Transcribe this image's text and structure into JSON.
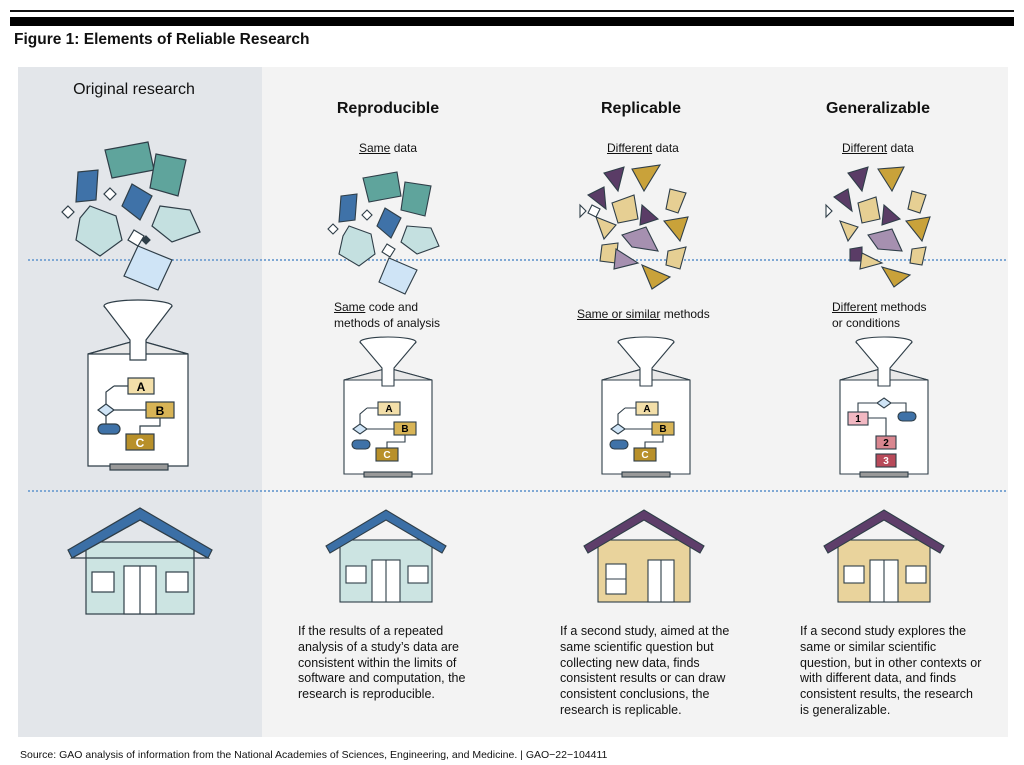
{
  "figure": {
    "title": "Figure 1: Elements of Reliable Research",
    "source": "Source: GAO analysis of information from the National Academies of Sciences, Engineering, and Medicine.  |  GAO−22−104411"
  },
  "columns": {
    "original": {
      "heading": "Original research"
    },
    "reproducible": {
      "heading": "Reproducible",
      "data_u": "Same",
      "data_rest": " data",
      "methods_u": "Same",
      "methods_rest": " code and",
      "methods_line2": "methods of analysis",
      "description": "If the results of a repeated analysis of a study’s data are consistent within the limits of software and computation, the research is reproducible."
    },
    "replicable": {
      "heading": "Replicable",
      "data_u": "Different",
      "data_rest": " data",
      "methods_u": "Same or similar",
      "methods_rest": " methods",
      "description": "If a second study, aimed at the same scientific question but collecting new data, finds consistent results or can draw consistent conclusions, the research is replicable."
    },
    "generalizable": {
      "heading": "Generalizable",
      "data_u": "Different",
      "data_rest": " data",
      "methods_u": "Different",
      "methods_rest": " methods",
      "methods_line2": "or conditions",
      "description": "If a second study explores the same or similar scientific question, but in other contexts or with different data, and finds consistent results, the research is generalizable."
    }
  },
  "flow_labels": {
    "a": "A",
    "b": "B",
    "c": "C",
    "n1": "1",
    "n2": "2",
    "n3": "3"
  },
  "colors": {
    "teal": "#5fa49c",
    "blue": "#3f72a8",
    "pale_teal": "#c4e0e0",
    "pale_blue": "#cfe4f6",
    "purple": "#5a3c66",
    "tan": "#e6cf93",
    "gold": "#c9a23a",
    "mauve": "#a690b0",
    "box_a": "#f3dfa9",
    "box_b": "#d8b456",
    "box_c": "#b8902a",
    "box_1": "#f2b8c2",
    "box_2": "#d9868f",
    "box_3": "#b84a5a",
    "roof_blue": "#3b6fa6",
    "roof_purple": "#5e3e6a",
    "wall_teal": "#cce4e2",
    "wall_tan": "#e9d39c"
  }
}
